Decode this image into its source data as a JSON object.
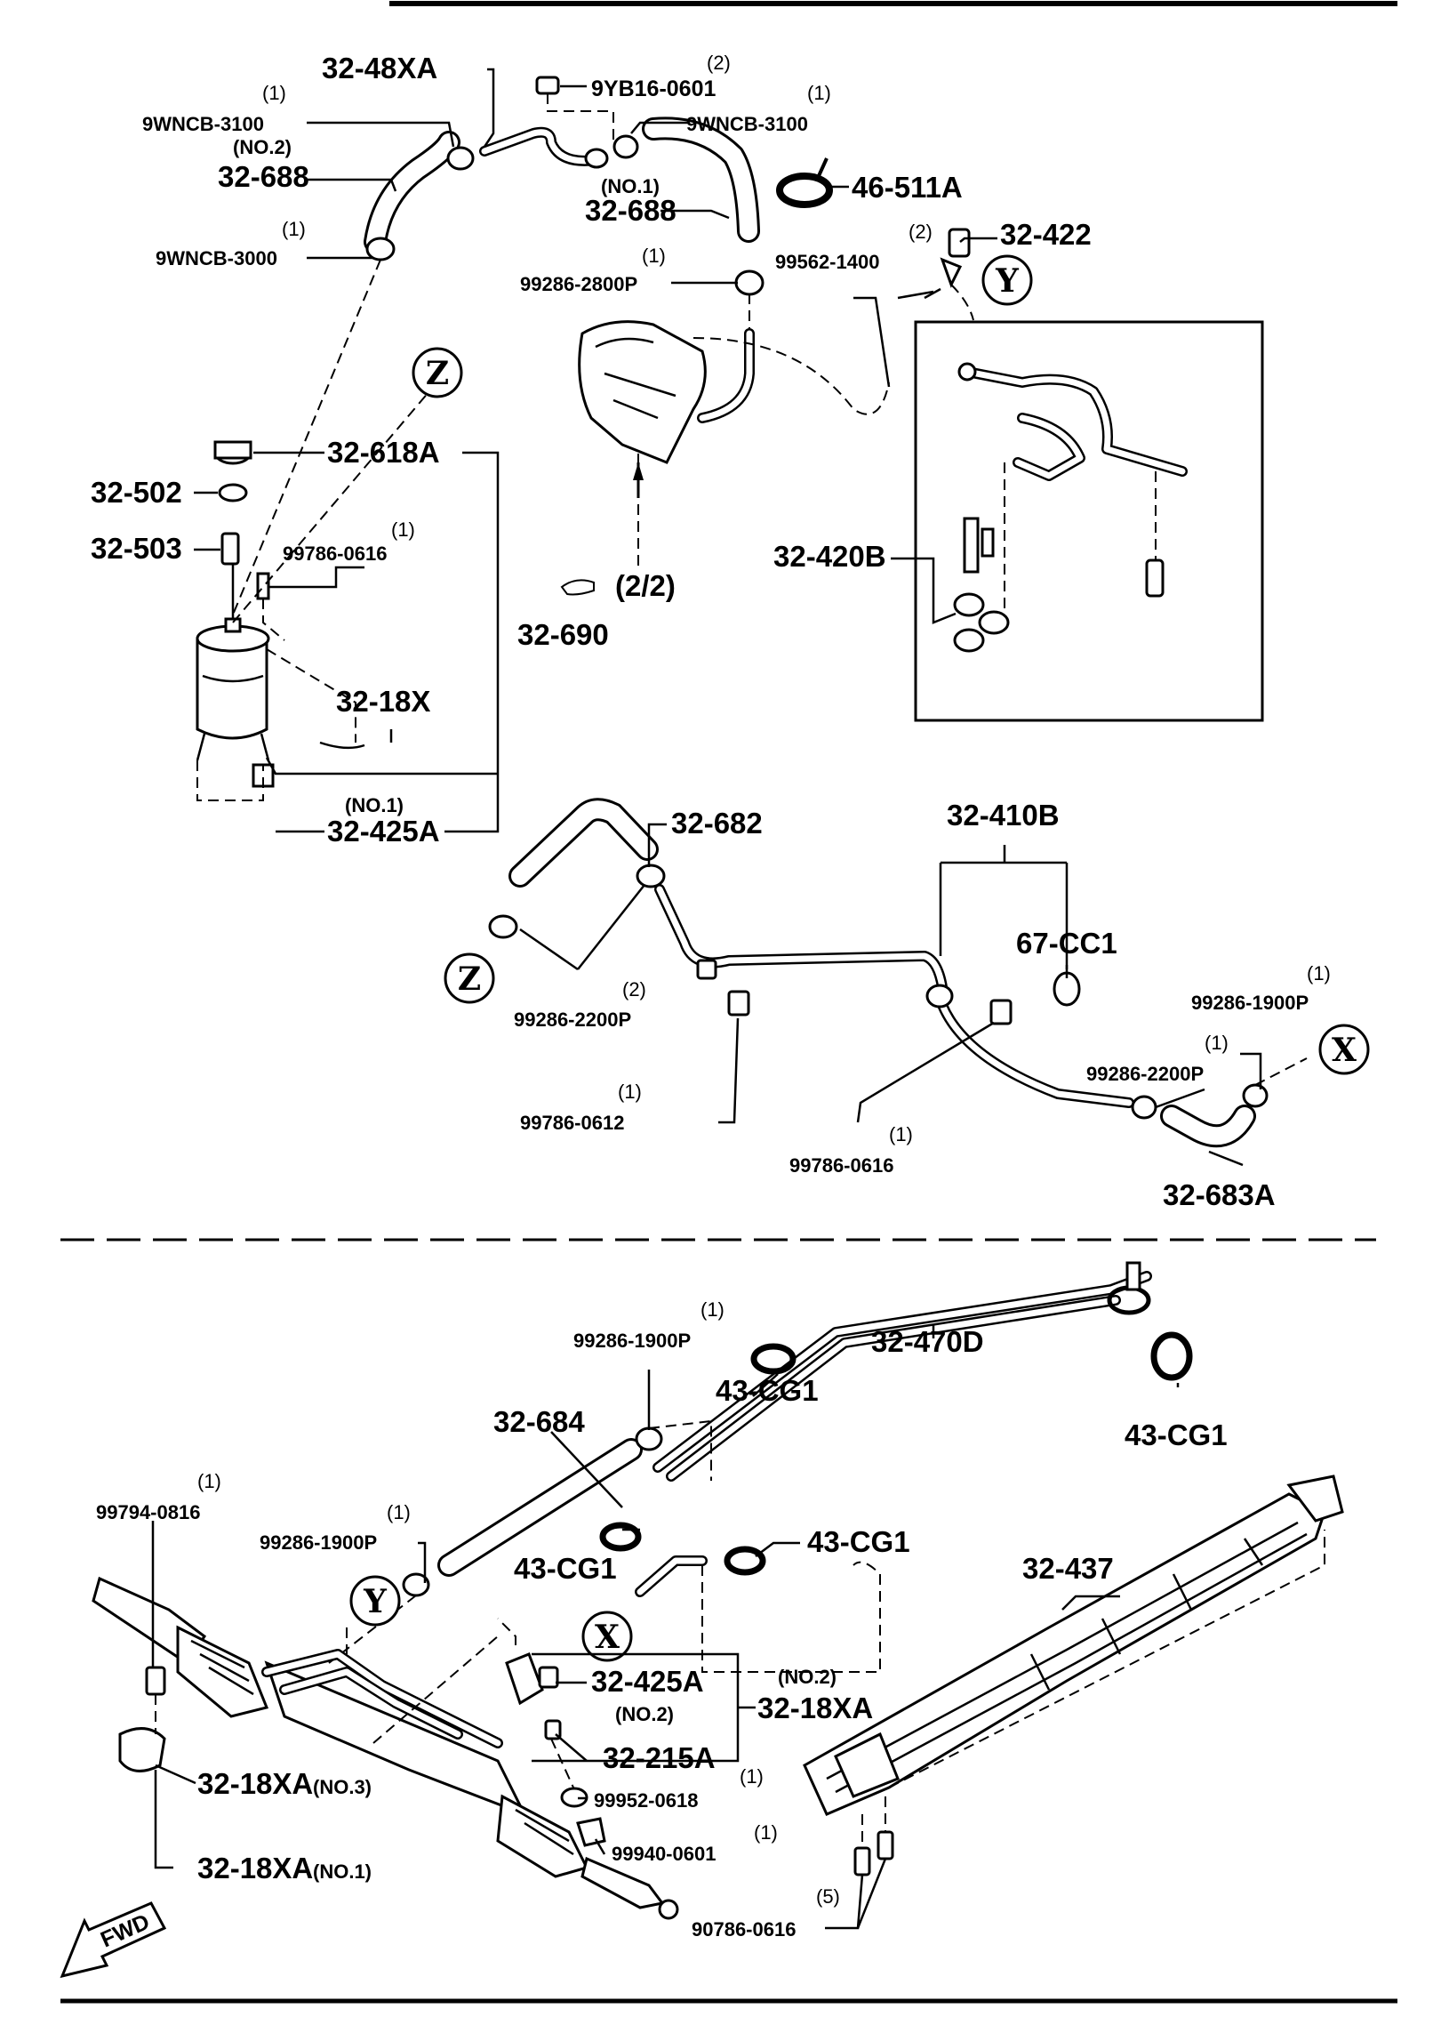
{
  "callouts": {
    "p_32_48XA": "32-48XA",
    "p_9YB16_0601": "9YB16-0601",
    "q_9YB16_0601": "(2)",
    "p_9WNCB_3100_a": "9WNCB-3100",
    "q_9WNCB_3100_a": "(1)",
    "s_no2_top": "(NO.2)",
    "p_9WNCB_3100_b": "9WNCB-3100",
    "q_9WNCB_3100_b": "(1)",
    "s_no1_top": "(NO.1)",
    "p_32_688_a": "32-688",
    "p_32_688_b": "32-688",
    "p_46_511A": "46-511A",
    "p_9WNCB_3000": "9WNCB-3000",
    "q_9WNCB_3000": "(1)",
    "p_99286_2800P": "99286-2800P",
    "q_99286_2800P": "(1)",
    "p_99562_1400": "99562-1400",
    "q_99562_1400": "(2)",
    "p_32_422": "32-422",
    "p_32_618A": "32-618A",
    "p_32_502": "32-502",
    "p_32_503": "32-503",
    "p_99786_0616_a": "99786-0616",
    "q_99786_0616_a": "(1)",
    "p_32_420B": "32-420B",
    "ref_2_2": "(2/2)",
    "p_32_690": "32-690",
    "p_32_18X": "32-18X",
    "s_no1_res": "(NO.1)",
    "p_32_425A_a": "32-425A",
    "p_32_682": "32-682",
    "p_32_410B": "32-410B",
    "p_67_CC1": "67-CC1",
    "p_99286_1900P_a": "99286-1900P",
    "q_99286_1900P_a": "(1)",
    "p_99286_2200P_a": "99286-2200P",
    "q_99286_2200P_a": "(2)",
    "p_99286_2200P_b": "99286-2200P",
    "q_99286_2200P_b": "(1)",
    "p_99786_0612": "99786-0612",
    "q_99786_0612": "(1)",
    "p_99786_0616_b": "99786-0616",
    "q_99786_0616_b": "(1)",
    "p_32_683A": "32-683A",
    "p_99286_1900P_b": "99286-1900P",
    "q_99286_1900P_b": "(1)",
    "p_32_470D": "32-470D",
    "p_43_CG1_a": "43-CG1",
    "p_43_CG1_b": "43-CG1",
    "p_43_CG1_c": "43-CG1",
    "p_43_CG1_d": "43-CG1",
    "p_32_684": "32-684",
    "p_99794_0816": "99794-0816",
    "q_99794_0816": "(1)",
    "p_99286_1900P_c": "99286-1900P",
    "q_99286_1900P_c": "(1)",
    "p_32_437": "32-437",
    "p_32_425A_b": "32-425A",
    "s_no2_425": "(NO.2)",
    "s_no2_18": "(NO.2)",
    "p_32_18XA_a": "32-18XA",
    "p_32_215A": "32-215A",
    "q_32_215A": "(1)",
    "p_99952_0618": "99952-0618",
    "p_99940_0601": "99940-0601",
    "q_99940_0601": "(1)",
    "p_32_18XA_b": "32-18XA",
    "s_no3": "(NO.3)",
    "p_32_18XA_c": "32-18XA",
    "s_no1_bot": "(NO.1)",
    "p_90786_0616": "90786-0616",
    "q_90786_0616": "(5)"
  },
  "markers": {
    "x": "X",
    "y": "Y",
    "z": "Z"
  },
  "arrow": {
    "fwd": "FWD"
  }
}
